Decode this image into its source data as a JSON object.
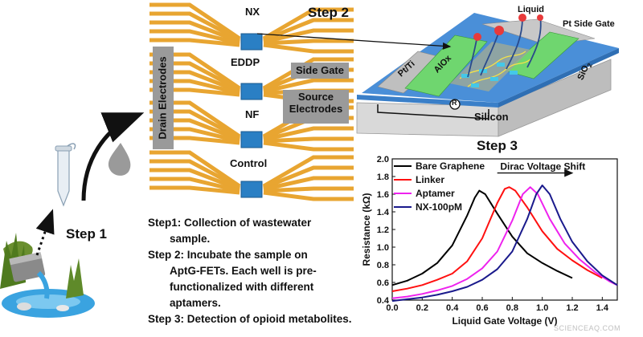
{
  "title_step2": "Step 2",
  "title_step3": "Step 3",
  "title_step1": "Step 1",
  "chip": {
    "wells": [
      "NX",
      "EDDP",
      "NF",
      "Control"
    ],
    "drain_label": "Drain Electrodes",
    "side_gate_label": "Side Gate",
    "source_label_1": "Source",
    "source_label_2": "Electrodes"
  },
  "device": {
    "liquid": "Liquid",
    "pt_side_gate": "Pt Side Gate",
    "pt_ti": "Pt/Ti",
    "alox": "AlOx",
    "sio2": "SiO",
    "sio2_sub": "2",
    "silicon": "Silicon",
    "r_symbol": "R"
  },
  "steps_text": {
    "line1": "Step1: Collection of wastewater",
    "line2": "sample.",
    "line3": "Step 2: Incubate the sample on",
    "line4": "AptG-FETs. Each well is pre-",
    "line5": "functionalized with different",
    "line6": "aptamers.",
    "line7": "Step 3: Detection of opioid metabolites."
  },
  "watermark": "SCIENCEAQ.COM",
  "colors": {
    "gold": "#e8a531",
    "well": "#2a7fc4",
    "grey_box": "#9a9a9a"
  },
  "chart_data": {
    "type": "line",
    "xlabel": "Liquid Gate Voltage (V)",
    "ylabel": "Resistance (kΩ)",
    "xlim": [
      0.0,
      1.5
    ],
    "ylim": [
      0.4,
      2.0
    ],
    "xticks": [
      "0.0",
      "0.2",
      "0.4",
      "0.6",
      "0.8",
      "1.0",
      "1.2",
      "1.4"
    ],
    "yticks": [
      "0.4",
      "0.6",
      "0.8",
      "1.0",
      "1.2",
      "1.4",
      "1.6",
      "1.8",
      "2.0"
    ],
    "annotation": "Dirac Voltage Shift",
    "series": [
      {
        "name": "Bare Graphene",
        "color": "#000000",
        "x": [
          0.0,
          0.1,
          0.2,
          0.3,
          0.4,
          0.5,
          0.55,
          0.58,
          0.62,
          0.7,
          0.8,
          0.9,
          1.0,
          1.1,
          1.2
        ],
        "y": [
          0.57,
          0.62,
          0.7,
          0.82,
          1.02,
          1.36,
          1.56,
          1.64,
          1.6,
          1.38,
          1.12,
          0.93,
          0.82,
          0.73,
          0.65
        ]
      },
      {
        "name": "Linker",
        "color": "#ff1010",
        "x": [
          0.0,
          0.1,
          0.2,
          0.3,
          0.4,
          0.5,
          0.6,
          0.7,
          0.75,
          0.78,
          0.82,
          0.9,
          1.0,
          1.1,
          1.2,
          1.3,
          1.4
        ],
        "y": [
          0.5,
          0.53,
          0.57,
          0.63,
          0.7,
          0.84,
          1.1,
          1.5,
          1.66,
          1.68,
          1.64,
          1.45,
          1.18,
          0.98,
          0.85,
          0.74,
          0.65
        ]
      },
      {
        "name": "Aptamer",
        "color": "#ee22ee",
        "x": [
          0.0,
          0.1,
          0.2,
          0.3,
          0.4,
          0.5,
          0.6,
          0.7,
          0.8,
          0.87,
          0.92,
          0.97,
          1.05,
          1.15,
          1.25,
          1.35,
          1.45,
          1.5
        ],
        "y": [
          0.42,
          0.44,
          0.47,
          0.51,
          0.56,
          0.64,
          0.76,
          0.95,
          1.3,
          1.6,
          1.68,
          1.6,
          1.32,
          1.04,
          0.86,
          0.72,
          0.61,
          0.57
        ]
      },
      {
        "name": "NX-100pM",
        "color": "#1a1a8c",
        "x": [
          0.0,
          0.1,
          0.2,
          0.3,
          0.4,
          0.5,
          0.6,
          0.7,
          0.8,
          0.9,
          0.96,
          1.0,
          1.05,
          1.12,
          1.2,
          1.3,
          1.4,
          1.5
        ],
        "y": [
          0.39,
          0.41,
          0.43,
          0.46,
          0.5,
          0.55,
          0.63,
          0.75,
          0.95,
          1.32,
          1.6,
          1.7,
          1.6,
          1.32,
          1.06,
          0.84,
          0.68,
          0.57
        ]
      }
    ]
  }
}
